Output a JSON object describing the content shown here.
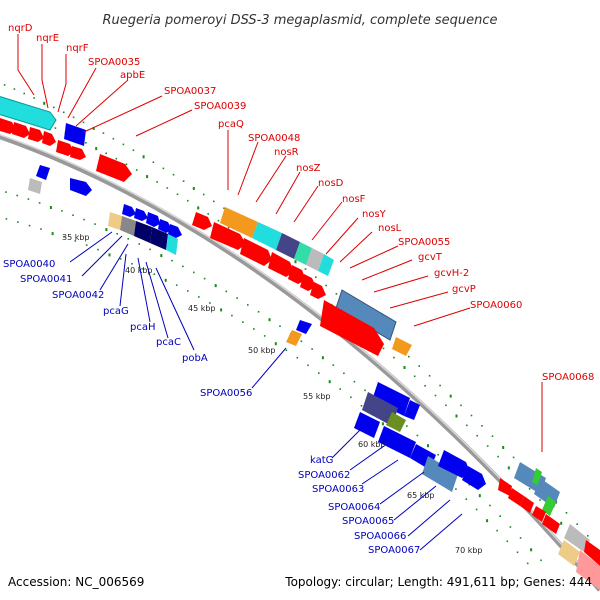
{
  "title": "Ruegeria pomeroyi DSS-3 megaplasmid, complete sequence",
  "footer": {
    "accession": "Accession: NC_006569",
    "summary": "Topology: circular; Length: 491,611 bp; Genes: 444"
  },
  "kbp_ticks": [
    "35 kbp",
    "40 kbp",
    "45 kbp",
    "50 kbp",
    "55 kbp",
    "60 kbp",
    "65 kbp",
    "70 kbp"
  ],
  "labels_outer": [
    "nqrD",
    "nqrE",
    "nqrF",
    "SPOA0035",
    "apbE",
    "SPOA0037",
    "SPOA0039",
    "pcaQ",
    "SPOA0048",
    "nosR",
    "nosZ",
    "nosD",
    "nosF",
    "nosY",
    "nosL",
    "SPOA0055",
    "gcvT",
    "gcvH-2",
    "gcvP",
    "SPOA0060",
    "SPOA0068"
  ],
  "labels_inner": [
    "SPOA0040",
    "SPOA0041",
    "SPOA0042",
    "pcaG",
    "pcaH",
    "pcaC",
    "pobA",
    "SPOA0056",
    "katG",
    "SPOA0062",
    "SPOA0063",
    "SPOA0064",
    "SPOA0065",
    "SPOA0066",
    "SPOA0067"
  ],
  "colors": {
    "forward_cds": "#ff0000",
    "reverse_cds": "#0000ee",
    "outer_label": "#dd0000",
    "inner_label": "#0000bb",
    "backbone": "#888888",
    "tick_dots": "#1a8a1a"
  }
}
